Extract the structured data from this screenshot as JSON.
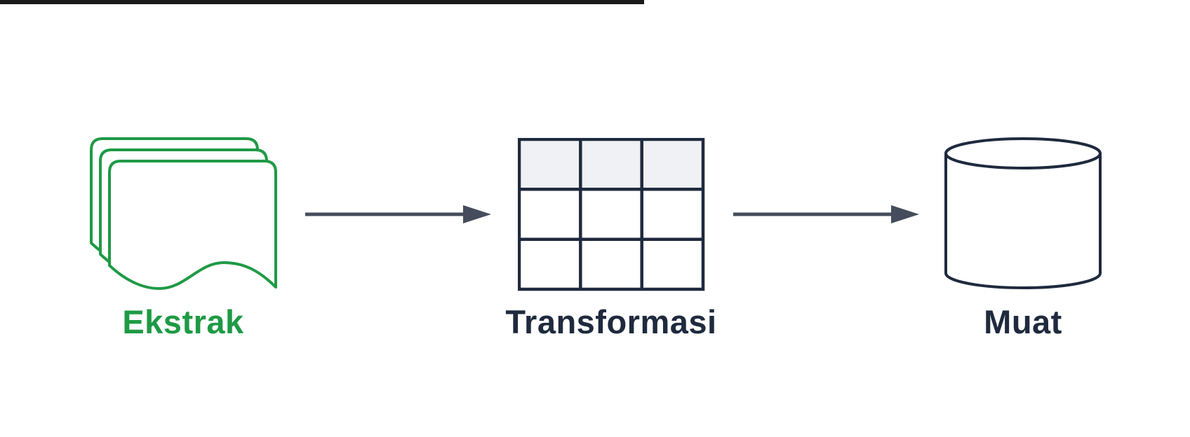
{
  "diagram": {
    "title": "ETL process diagram",
    "nodes": [
      {
        "id": "extract",
        "label": "Ekstrak",
        "icon": "document-stack-icon",
        "label_color": "#1f9a45"
      },
      {
        "id": "transform",
        "label": "Transformasi",
        "icon": "table-grid-icon",
        "label_color": "#1f2a3e"
      },
      {
        "id": "load",
        "label": "Muat",
        "icon": "database-cylinder-icon",
        "label_color": "#1f2a3e"
      }
    ],
    "connectors": [
      {
        "from": "Ekstrak",
        "to": "Transformasi",
        "icon": "right-arrow-icon"
      },
      {
        "from": "Transformasi",
        "to": "Muat",
        "icon": "right-arrow-icon"
      }
    ],
    "table_icon": {
      "rows": 3,
      "columns": 3,
      "header_row_shaded": true
    }
  },
  "colors": {
    "green": "#1f9a45",
    "navy": "#1f2a3e",
    "arrow": "#454d5c",
    "header-fill": "#f0f1f4",
    "bg": "#ffffff",
    "top-bar": "#1a1a1a"
  }
}
